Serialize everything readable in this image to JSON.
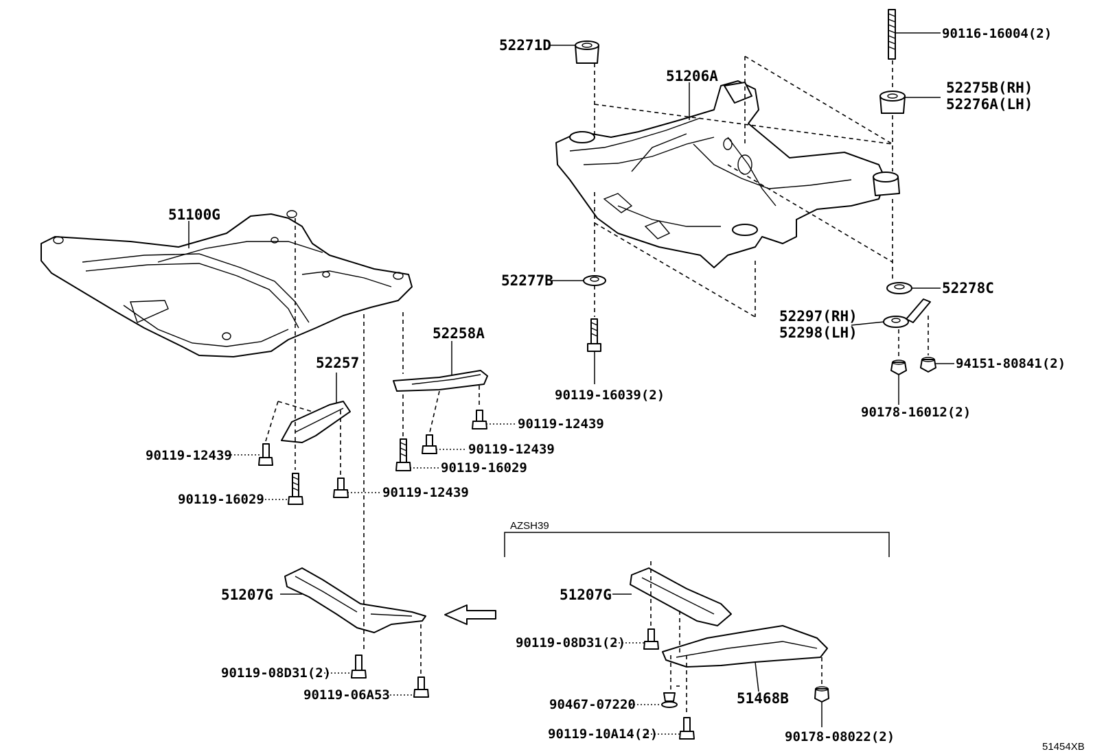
{
  "labels": {
    "p52271D": "52271D",
    "p51206A": "51206A",
    "p90116": "90116-16004(2)",
    "p52275B": "52275B(RH)",
    "p52276A": "52276A(LH)",
    "p51100G": "51100G",
    "p52277B": "52277B",
    "p52278C": "52278C",
    "p52297": "52297(RH)",
    "p52298": "52298(LH)",
    "p52258A": "52258A",
    "p52257": "52257",
    "p94151": "94151-80841(2)",
    "p90119_16039": "90119-16039(2)",
    "p90178_16012": "90178-16012(2)",
    "p90119_12439_a": "90119-12439",
    "p90119_12439_b": "90119-12439",
    "p90119_12439_c": "90119-12439",
    "p90119_12439_d": "90119-12439",
    "p90119_16029_a": "90119-16029",
    "p90119_16029_b": "90119-16029",
    "p51207G_a": "51207G",
    "p51207G_b": "51207G",
    "p90119_08D31_a": "90119-08D31(2)",
    "p90119_08D31_b": "90119-08D31(2)",
    "p90119_06A53": "90119-06A53",
    "p90467": "90467-07220",
    "p51468B": "51468B",
    "p90119_10A14": "90119-10A14(2)",
    "p90178_08022": "90178-08022(2)",
    "variant": "AZSH39",
    "diagram_code": "51454XB"
  }
}
